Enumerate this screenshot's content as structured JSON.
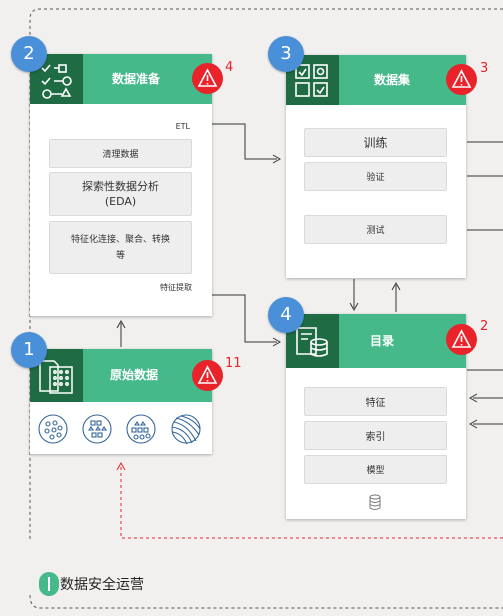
{
  "badges": {
    "prep": "2",
    "dataset": "3",
    "catalog": "4",
    "raw": "1"
  },
  "alerts": {
    "prep": "4",
    "dataset": "3",
    "catalog": "2",
    "raw": "11"
  },
  "data_prep": {
    "title": "数据准备",
    "etl": "ETL",
    "items": [
      "清理数据",
      "探索性数据分析\n(EDA)",
      "特征化连接、聚合、转换\n等"
    ],
    "feature_extraction": "特征提取"
  },
  "dataset": {
    "title": "数据集",
    "items": [
      "训练",
      "验证",
      "测试"
    ]
  },
  "catalog": {
    "title": "目录",
    "items": [
      "特征",
      "索引",
      "模型"
    ]
  },
  "raw_data": {
    "title": "原始数据"
  },
  "footer": {
    "label": "数据安全运营"
  },
  "colors": {
    "header_green": "#45b98a",
    "icon_dark_green": "#1f6b44",
    "badge_blue": "#4a90d9",
    "alert_red": "#e8232a"
  }
}
